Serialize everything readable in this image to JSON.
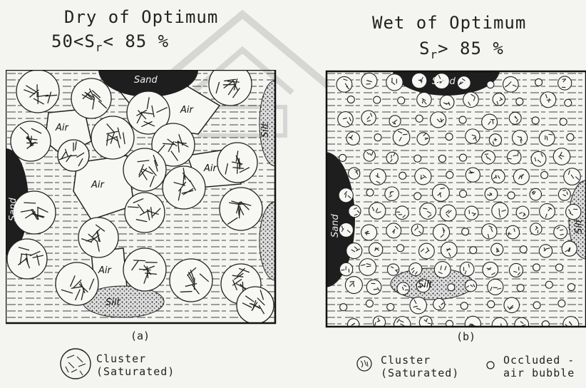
{
  "panel_a": {
    "title": "Dry of Optimum",
    "condition_prefix": "50<S",
    "condition_sub": "r",
    "condition_suffix": "< 85 %",
    "caption": "(a)",
    "labels": {
      "sand_top": "Sand",
      "sand_left": "Sand",
      "silt_right": "Silt",
      "silt_bottom": "Silt",
      "air_1": "Air",
      "air_2": "Air",
      "air_3": "Air",
      "air_4": "Air",
      "air_5": "Air"
    }
  },
  "panel_b": {
    "title": "Wet of Optimum",
    "condition_prefix": "S",
    "condition_sub": "r",
    "condition_suffix": "> 85 %",
    "caption": "(b)",
    "labels": {
      "sand_top": "Sand",
      "sand_left": "Sand",
      "silt_bottom": "Silt",
      "silt_right": "Silt"
    }
  },
  "legend": {
    "cluster_a_line1": "Cluster",
    "cluster_a_line2": "(Saturated)",
    "cluster_b_line1": "Cluster",
    "cluster_b_line2": "(Saturated)",
    "bubble_line1": "Occluded -",
    "bubble_line2": "air bubble"
  }
}
